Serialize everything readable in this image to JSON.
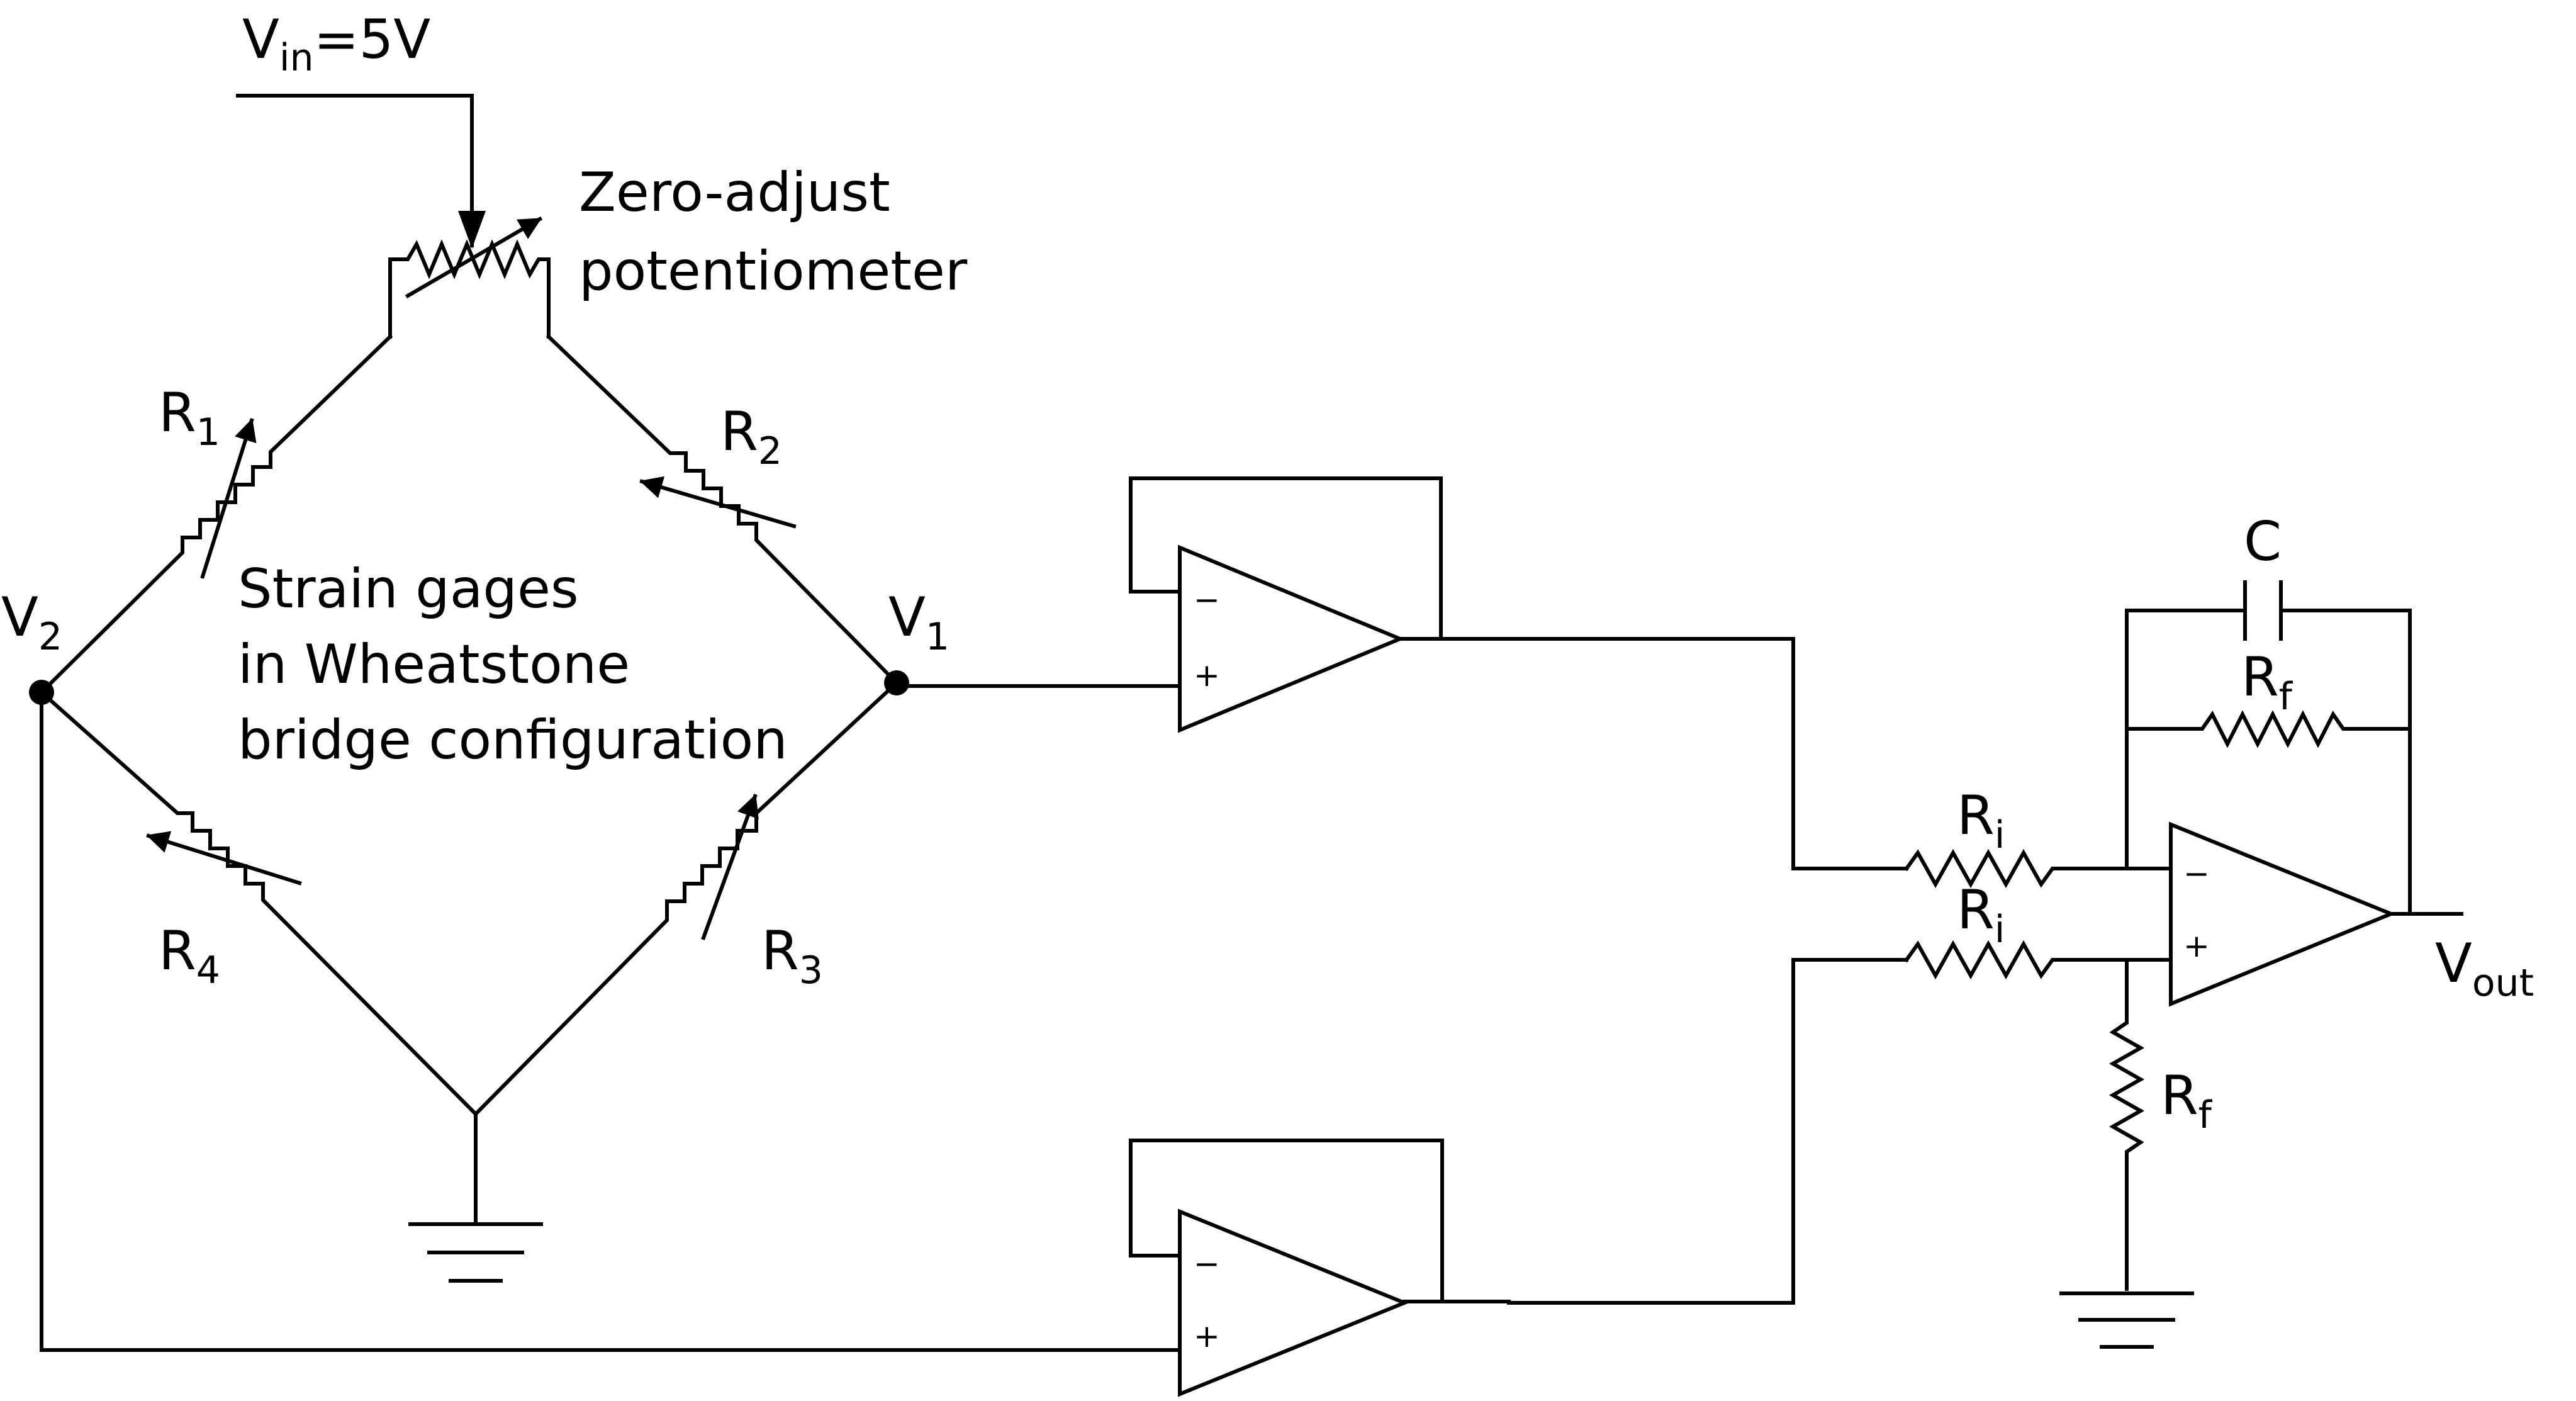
{
  "labels": {
    "vin_main": "V",
    "vin_sub": "in",
    "vin_value": "=5V",
    "zero_adjust_line1": "Zero-adjust",
    "zero_adjust_line2": "potentiometer",
    "r1_main": "R",
    "r1_sub": "1",
    "r2_main": "R",
    "r2_sub": "2",
    "r3_main": "R",
    "r3_sub": "3",
    "r4_main": "R",
    "r4_sub": "4",
    "v1_main": "V",
    "v1_sub": "1",
    "v2_main": "V",
    "v2_sub": "2",
    "strain_line1": "Strain gages",
    "strain_line2": "in Wheatstone",
    "strain_line3": "bridge configuration",
    "c_label": "C",
    "rf_top_main": "R",
    "rf_top_sub": "f",
    "ri_top_main": "R",
    "ri_top_sub": "i",
    "ri_bottom_main": "R",
    "ri_bottom_sub": "i",
    "rf_bottom_main": "R",
    "rf_bottom_sub": "f",
    "vout_main": "V",
    "vout_sub": "out",
    "minus": "−",
    "plus": "+"
  }
}
